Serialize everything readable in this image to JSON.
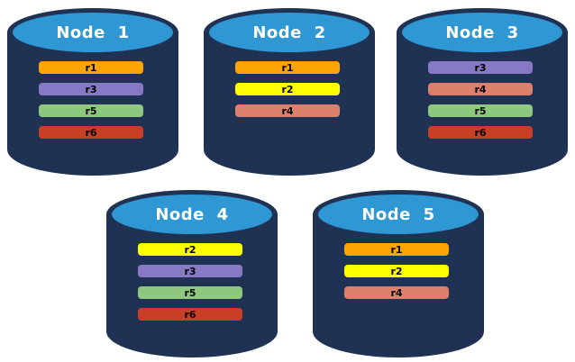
{
  "diagram": {
    "description": "Database nodes with replica placement"
  },
  "colors": {
    "background": "#FFFFFF",
    "cylinder_body": "#1F3254",
    "cylinder_top": "#2E97D4",
    "title_text": "#FFFFFF",
    "bar_text": "#000000"
  },
  "replica_colors": {
    "r1": "#FFA405",
    "r2": "#FFFF00",
    "r3": "#8879C5",
    "r4": "#DC806C",
    "r5": "#8EC87E",
    "r6": "#C93E26"
  },
  "nodes": [
    {
      "title": "Node 1",
      "replicas": [
        "r1",
        "r3",
        "r5",
        "r6"
      ]
    },
    {
      "title": "Node 2",
      "replicas": [
        "r1",
        "r2",
        "r4"
      ]
    },
    {
      "title": "Node 3",
      "replicas": [
        "r3",
        "r4",
        "r5",
        "r6"
      ]
    },
    {
      "title": "Node 4",
      "replicas": [
        "r2",
        "r3",
        "r5",
        "r6"
      ]
    },
    {
      "title": "Node 5",
      "replicas": [
        "r1",
        "r2",
        "r4"
      ]
    }
  ]
}
